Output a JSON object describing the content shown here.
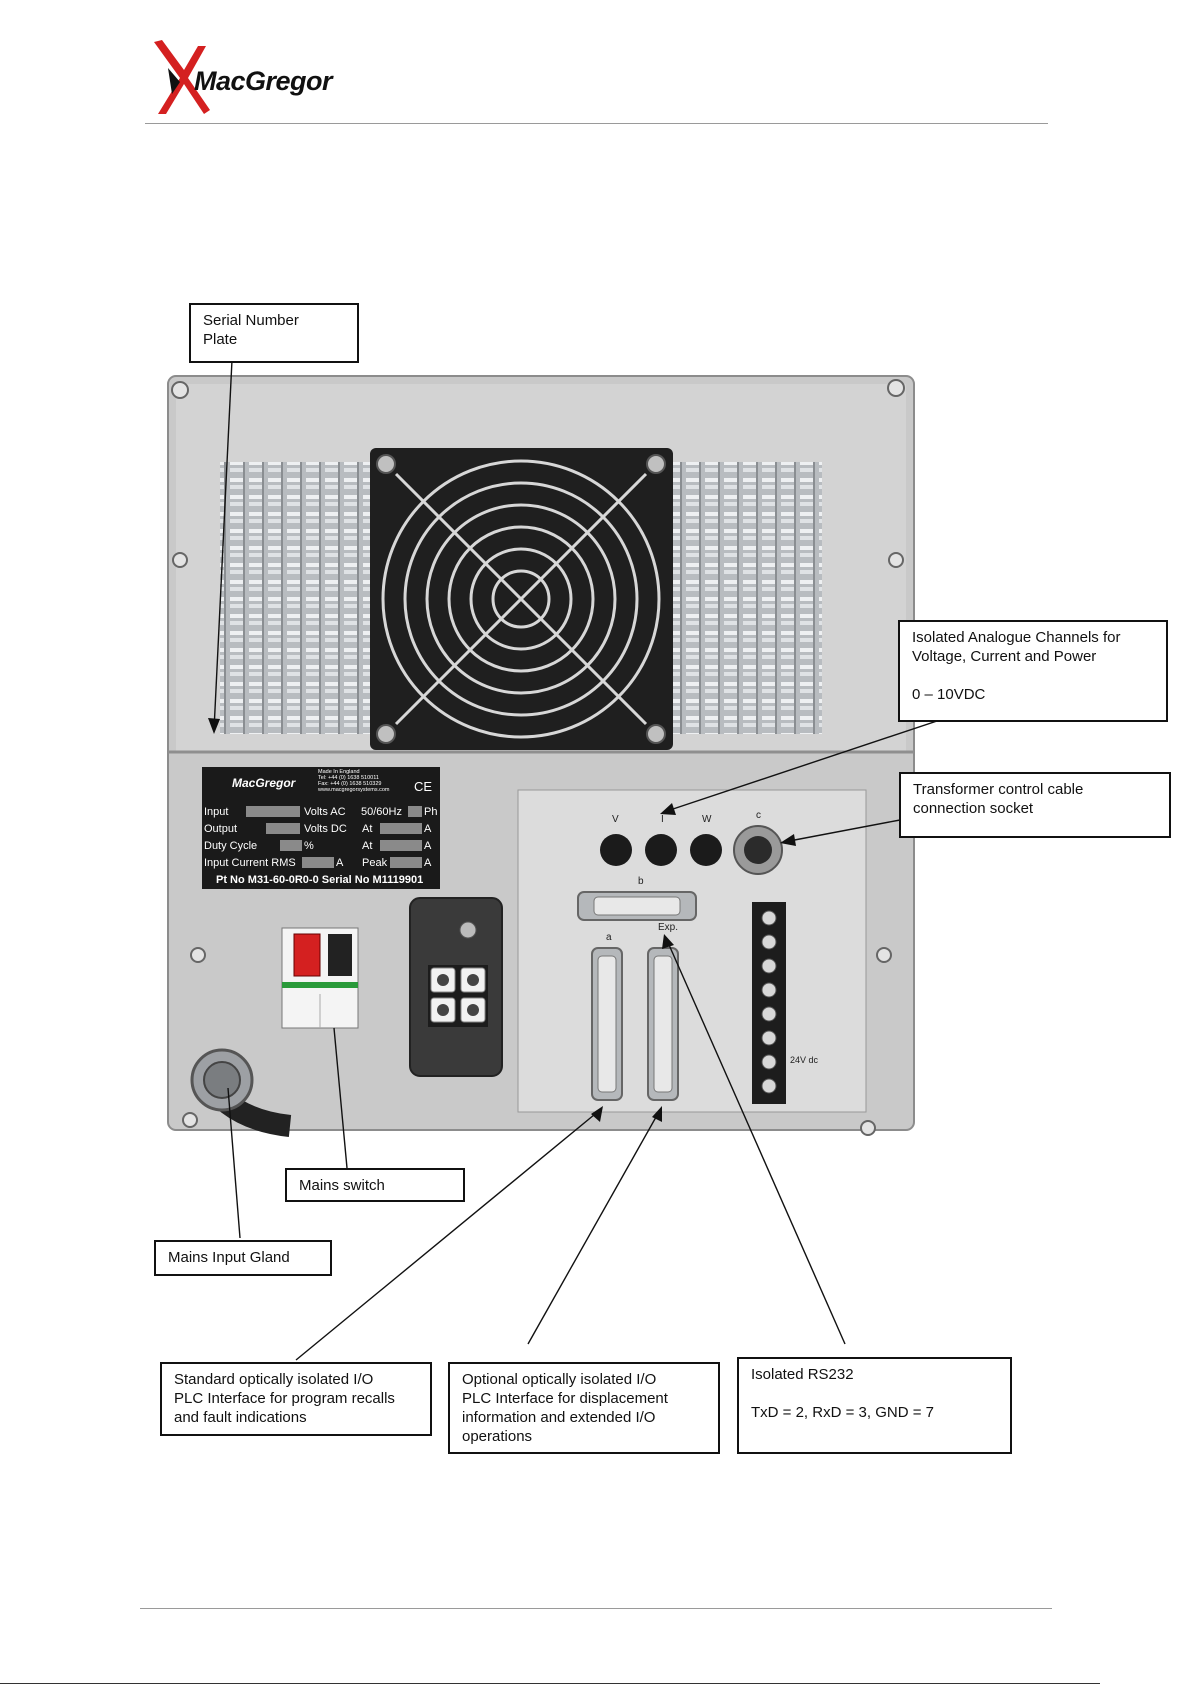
{
  "header": {
    "brand": "MacGregor"
  },
  "device": {
    "plate_brand": "MacGregor",
    "plate_info": [
      "Made In England",
      "Tel: +44 (0) 1638 510011",
      "Fax: +44 (0) 1638 510329",
      "www.macgregorsystems.com"
    ],
    "plate_rows": [
      {
        "label": "Input",
        "unit": "Volts AC",
        "extra": "50/60Hz",
        "extra_unit": "Ph"
      },
      {
        "label": "Output",
        "unit": "Volts DC",
        "extra": "At",
        "extra_unit": "A"
      },
      {
        "label": "Duty Cycle",
        "unit": "%",
        "extra": "At",
        "extra_unit": "A"
      },
      {
        "label": "Input Current RMS",
        "unit": "A",
        "extra": "Peak",
        "extra_unit": "A"
      }
    ],
    "plate_footer": "Pt No M31-60-0R0-0  Serial No M1119901",
    "socket_labels": {
      "v": "V",
      "i": "I",
      "w": "W",
      "c": "c",
      "b": "b",
      "a": "a",
      "exp": "Exp."
    },
    "terminal_label": "24V dc"
  },
  "callouts": {
    "serial_plate": "Serial Number\nPlate",
    "analogue": "Isolated Analogue Channels for\nVoltage, Current and Power\n\n0 – 10VDC",
    "transformer": "Transformer control cable\nconnection socket",
    "mains_switch": "Mains switch",
    "mains_gland": "Mains Input Gland",
    "standard_io": "Standard optically isolated I/O\nPLC Interface for program recalls\nand fault indications",
    "optional_io": "Optional optically isolated I/O\nPLC Interface for displacement\ninformation and extended I/O\noperations",
    "rs232": "Isolated RS232\n\nTxD = 2, RxD = 3, GND = 7"
  },
  "colors": {
    "panel": "#c9c9c9",
    "accent_red": "#d42020",
    "fan": "#1f1f1f"
  }
}
